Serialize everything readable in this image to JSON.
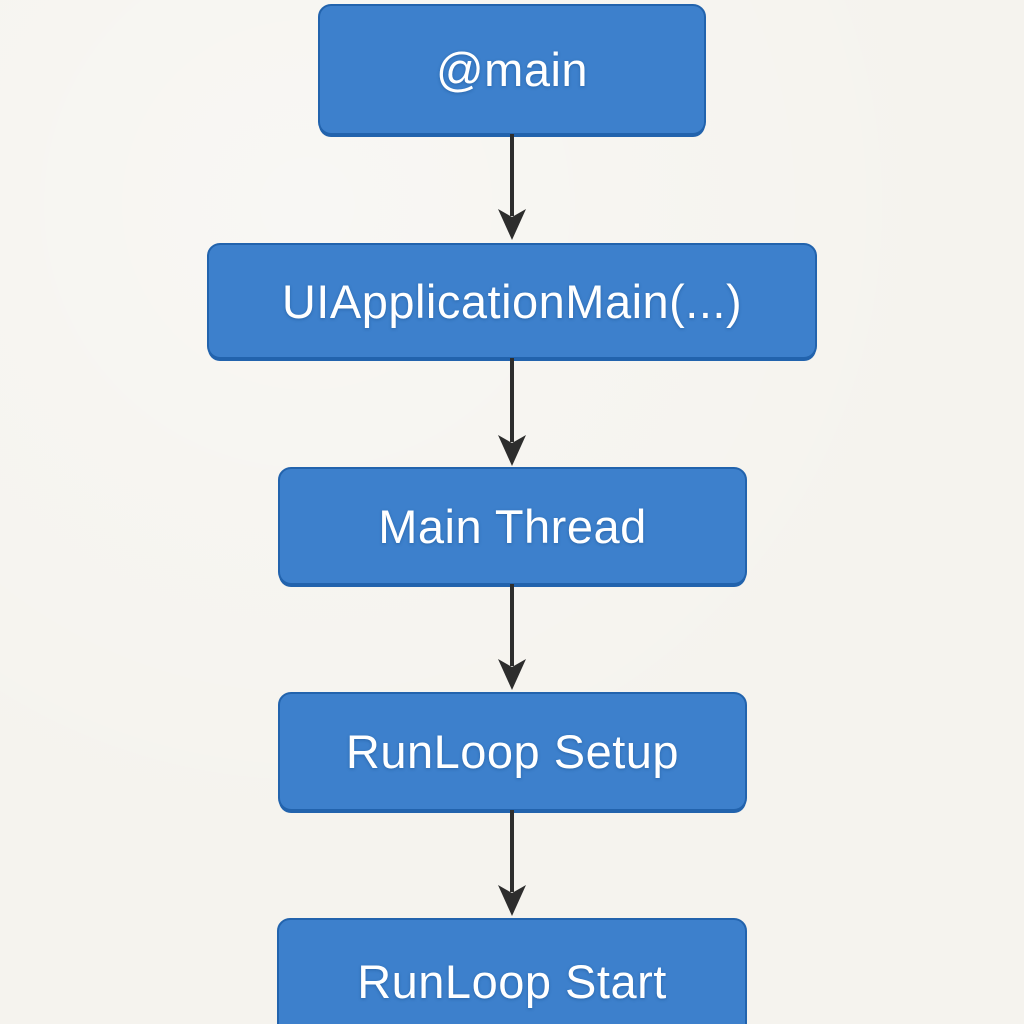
{
  "diagram": {
    "type": "flowchart",
    "direction": "top-down",
    "nodes": [
      {
        "id": "main",
        "label": "@main"
      },
      {
        "id": "uiapplicationmain",
        "label": "UIApplicationMain(...)"
      },
      {
        "id": "main-thread",
        "label": "Main Thread"
      },
      {
        "id": "runloop-setup",
        "label": "RunLoop Setup"
      },
      {
        "id": "runloop-start",
        "label": "RunLoop Start"
      }
    ],
    "edges": [
      {
        "from": "main",
        "to": "uiapplicationmain"
      },
      {
        "from": "uiapplicationmain",
        "to": "main-thread"
      },
      {
        "from": "main-thread",
        "to": "runloop-setup"
      },
      {
        "from": "runloop-setup",
        "to": "runloop-start"
      }
    ],
    "colors": {
      "background": "#f5f3ee",
      "node_fill": "#3d80cc",
      "node_border": "#2263ad",
      "node_text": "#ffffff",
      "arrow": "#2d2d2d"
    }
  }
}
